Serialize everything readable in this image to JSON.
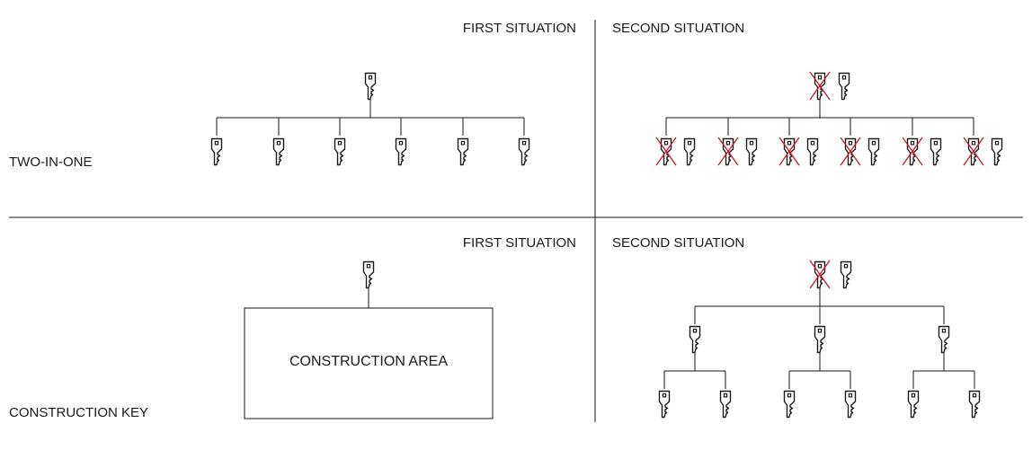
{
  "rows": {
    "two_in_one": {
      "label": "TWO-IN-ONE",
      "first_heading": "FIRST SITUATION",
      "second_heading": "SECOND SITUATION"
    },
    "construction_key": {
      "label": "CONSTRUCTION KEY",
      "first_heading": "FIRST SITUATION",
      "second_heading": "SECOND SITUATION",
      "box_label": "CONSTRUCTION AREA"
    }
  },
  "colors": {
    "line": "#1a1a1a",
    "cross": "#d4102a"
  },
  "icons": {
    "key": "key-icon",
    "invalidated": "cross-mark"
  }
}
